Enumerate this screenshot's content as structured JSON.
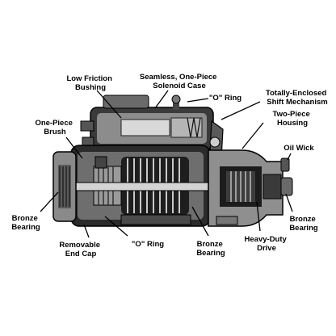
{
  "labels": {
    "low_friction_bushing": [
      "Low Friction",
      "Bushing"
    ],
    "seamless_solenoid_case": [
      "Seamless, One-Piece",
      "Solenoid Case"
    ],
    "o_ring_top": "\"O\" Ring",
    "enclosed_shift_mechanism": [
      "Totally-Enclosed",
      "Shift Mechanism"
    ],
    "one_piece_brush": [
      "One-Piece",
      "Brush"
    ],
    "two_piece_housing": [
      "Two-Piece",
      "Housing"
    ],
    "oil_wick": "Oil Wick",
    "bronze_bearing_left": [
      "Bronze",
      "Bearing"
    ],
    "bronze_bearing_right": [
      "Bronze",
      "Bearing"
    ],
    "removable_end_cap": [
      "Removable",
      "End Cap"
    ],
    "o_ring_bottom": "\"O\" Ring",
    "bronze_bearing_bottom": [
      "Bronze",
      "Bearing"
    ],
    "heavy_duty_drive": [
      "Heavy-Duty",
      "Drive"
    ]
  }
}
